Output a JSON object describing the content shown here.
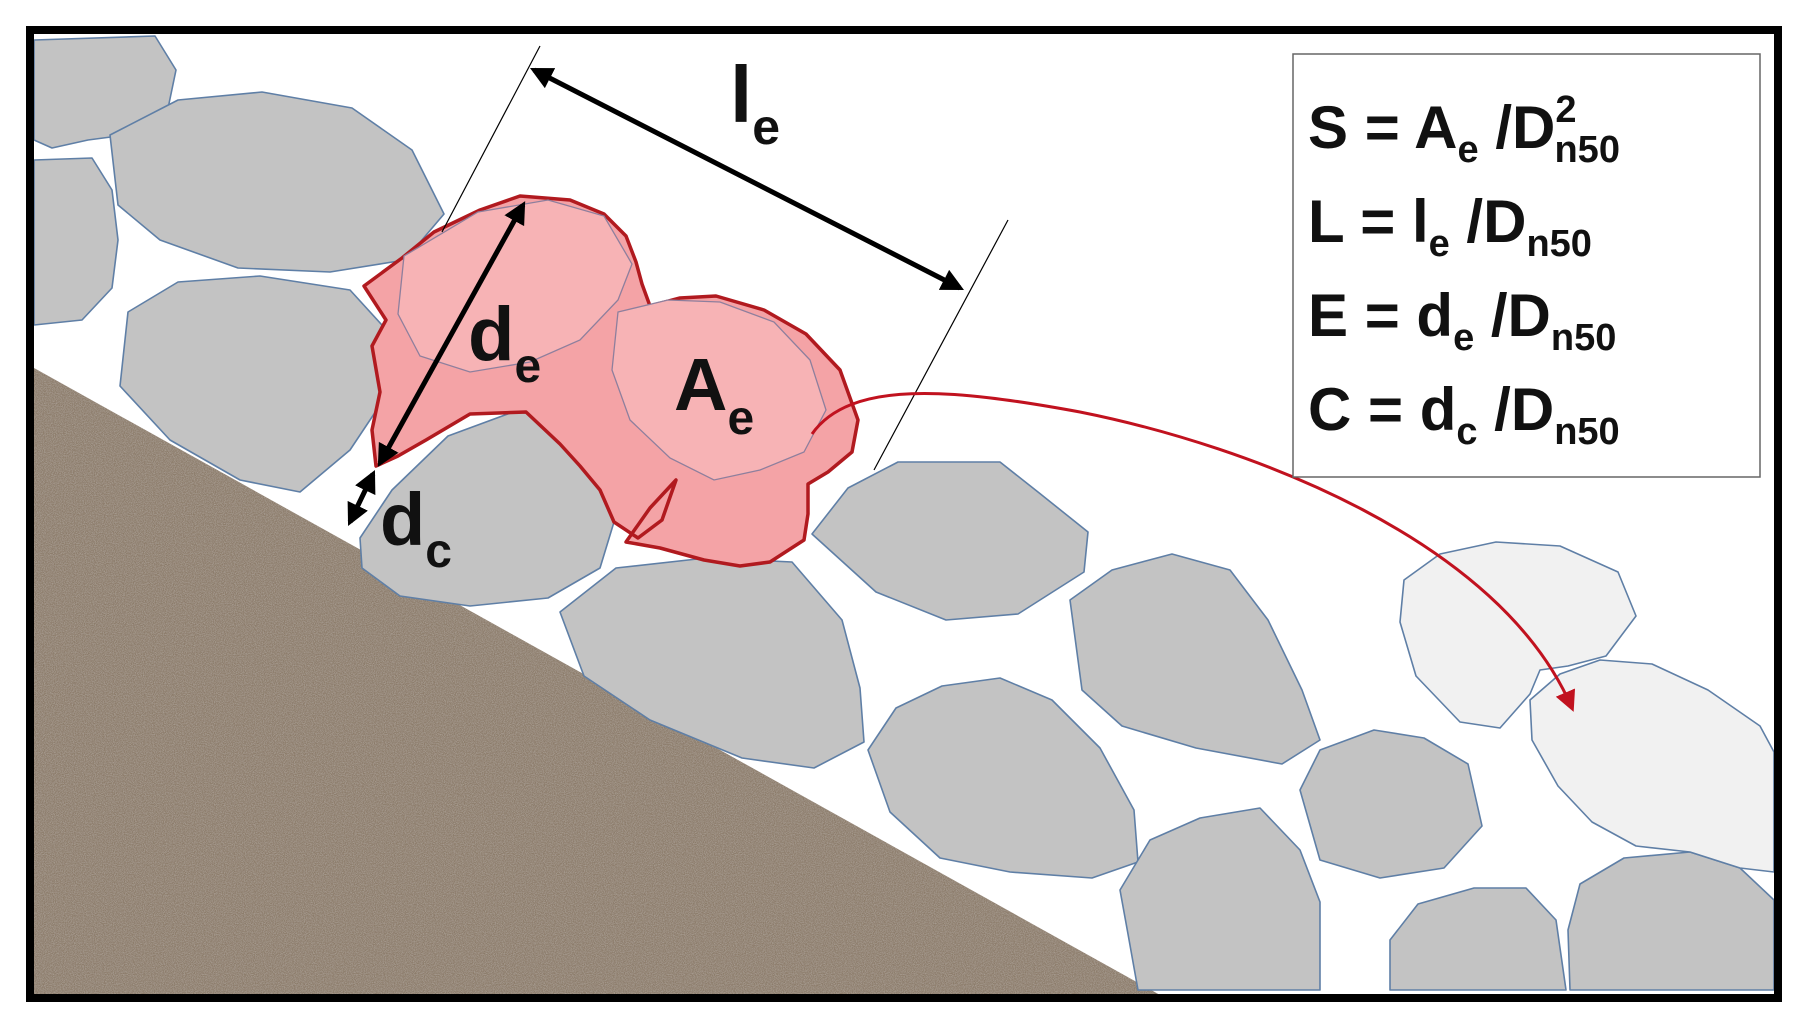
{
  "labels": {
    "le": {
      "main": "l",
      "sub": "e"
    },
    "de": {
      "main": "d",
      "sub": "e"
    },
    "Ae": {
      "main": "A",
      "sub": "e"
    },
    "dc": {
      "main": "d",
      "sub": "c"
    }
  },
  "formulas": [
    {
      "lhs": "S = ",
      "var": "A",
      "var_sub": "e",
      "mid": " /D",
      "sup": "2",
      "tail_sub": "n50"
    },
    {
      "lhs": "L = ",
      "var": "l",
      "var_sub": "e",
      "mid": " /D",
      "sup": "",
      "tail_sub": "n50"
    },
    {
      "lhs": "E = ",
      "var": "d",
      "var_sub": "e",
      "mid": " /D",
      "sup": "",
      "tail_sub": "n50"
    },
    {
      "lhs": "C = ",
      "var": "d",
      "var_sub": "c",
      "mid": " /D",
      "sup": "",
      "tail_sub": "n50"
    }
  ],
  "colors": {
    "eroded_fill": "#f4a3a6",
    "eroded_outline": "#b11a1f",
    "rock": "#c3c3c3",
    "displaced_rock": "#f1f1f1",
    "subsoil": "#8c7b6b",
    "arrow": "#c1121f"
  }
}
